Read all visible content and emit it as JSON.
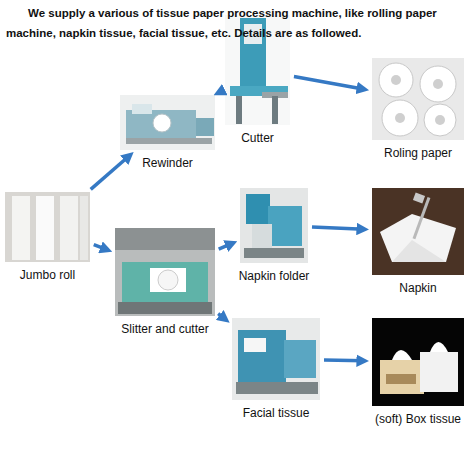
{
  "diagram": {
    "title": "We supply a various of tissue paper processing machine, like rolling paper machine, napkin tissue, facial tissue, etc. Details are as followed.",
    "nodes": [
      {
        "text": [
          "Rewinder"
        ]
      },
      {
        "text": [
          "Cutter"
        ]
      },
      {
        "text": [
          "Roling paper"
        ]
      },
      {
        "text": [
          "Jumbo roll"
        ]
      },
      {
        "text": [
          "Slitter and cutter"
        ]
      },
      {
        "text": [
          "Napkin folder"
        ]
      },
      {
        "text": [
          "Napkin"
        ]
      },
      {
        "text": [
          "Facial tissue"
        ]
      },
      {
        "text": [
          "(soft) Box tissue"
        ]
      }
    ],
    "edges": [
      {
        "from": 3,
        "to": 0,
        "arrow": "to"
      },
      {
        "from": 0,
        "to": 1,
        "arrow": "to"
      },
      {
        "from": 1,
        "to": 2,
        "arrow": "to"
      },
      {
        "from": 3,
        "to": 4,
        "arrow": "to"
      },
      {
        "from": 4,
        "to": 5,
        "arrow": "to"
      },
      {
        "from": 5,
        "to": 6,
        "arrow": "to"
      },
      {
        "from": 4,
        "to": 7,
        "arrow": "to"
      },
      {
        "from": 7,
        "to": 8,
        "arrow": "to"
      }
    ]
  }
}
